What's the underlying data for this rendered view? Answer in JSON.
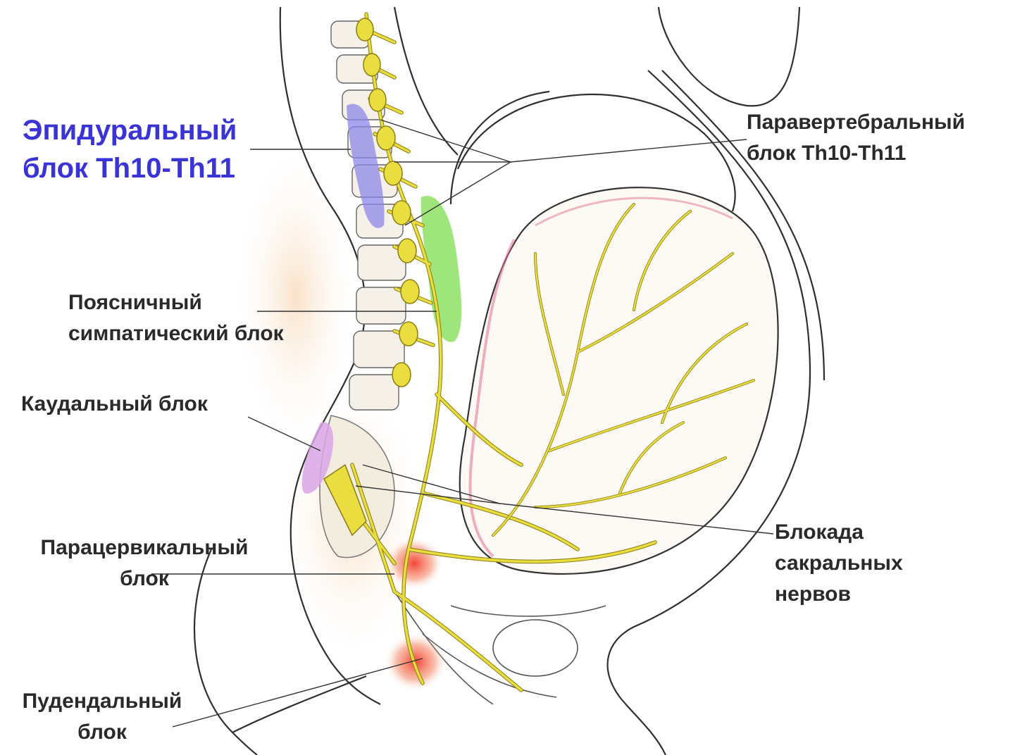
{
  "labels": {
    "epidural": [
      "Эпидуральный",
      "блок Th10-Th11"
    ],
    "paravertebral": [
      "Паравертебральный",
      "блок Th10-Th11"
    ],
    "lumbar": [
      "Поясничный",
      "симпатический блок"
    ],
    "caudal": [
      "Каудальный блок"
    ],
    "paracervical": [
      "Парацервикальный",
      "блок"
    ],
    "sacral": [
      "Блокада",
      "сакральных",
      "нервов"
    ],
    "pudendal": [
      "Пудендальный",
      "блок"
    ]
  },
  "colors": {
    "nerve": "#e9dd3f",
    "nerve_outline": "#8a7d10",
    "epidural_zone": "#8c86e8",
    "lumbar_zone": "#86e05a",
    "caudal_zone": "#d9a6e6",
    "paracervical_zone": "#f25030",
    "epidural_text": "#3a33d6",
    "text": "#2a2a2a"
  }
}
